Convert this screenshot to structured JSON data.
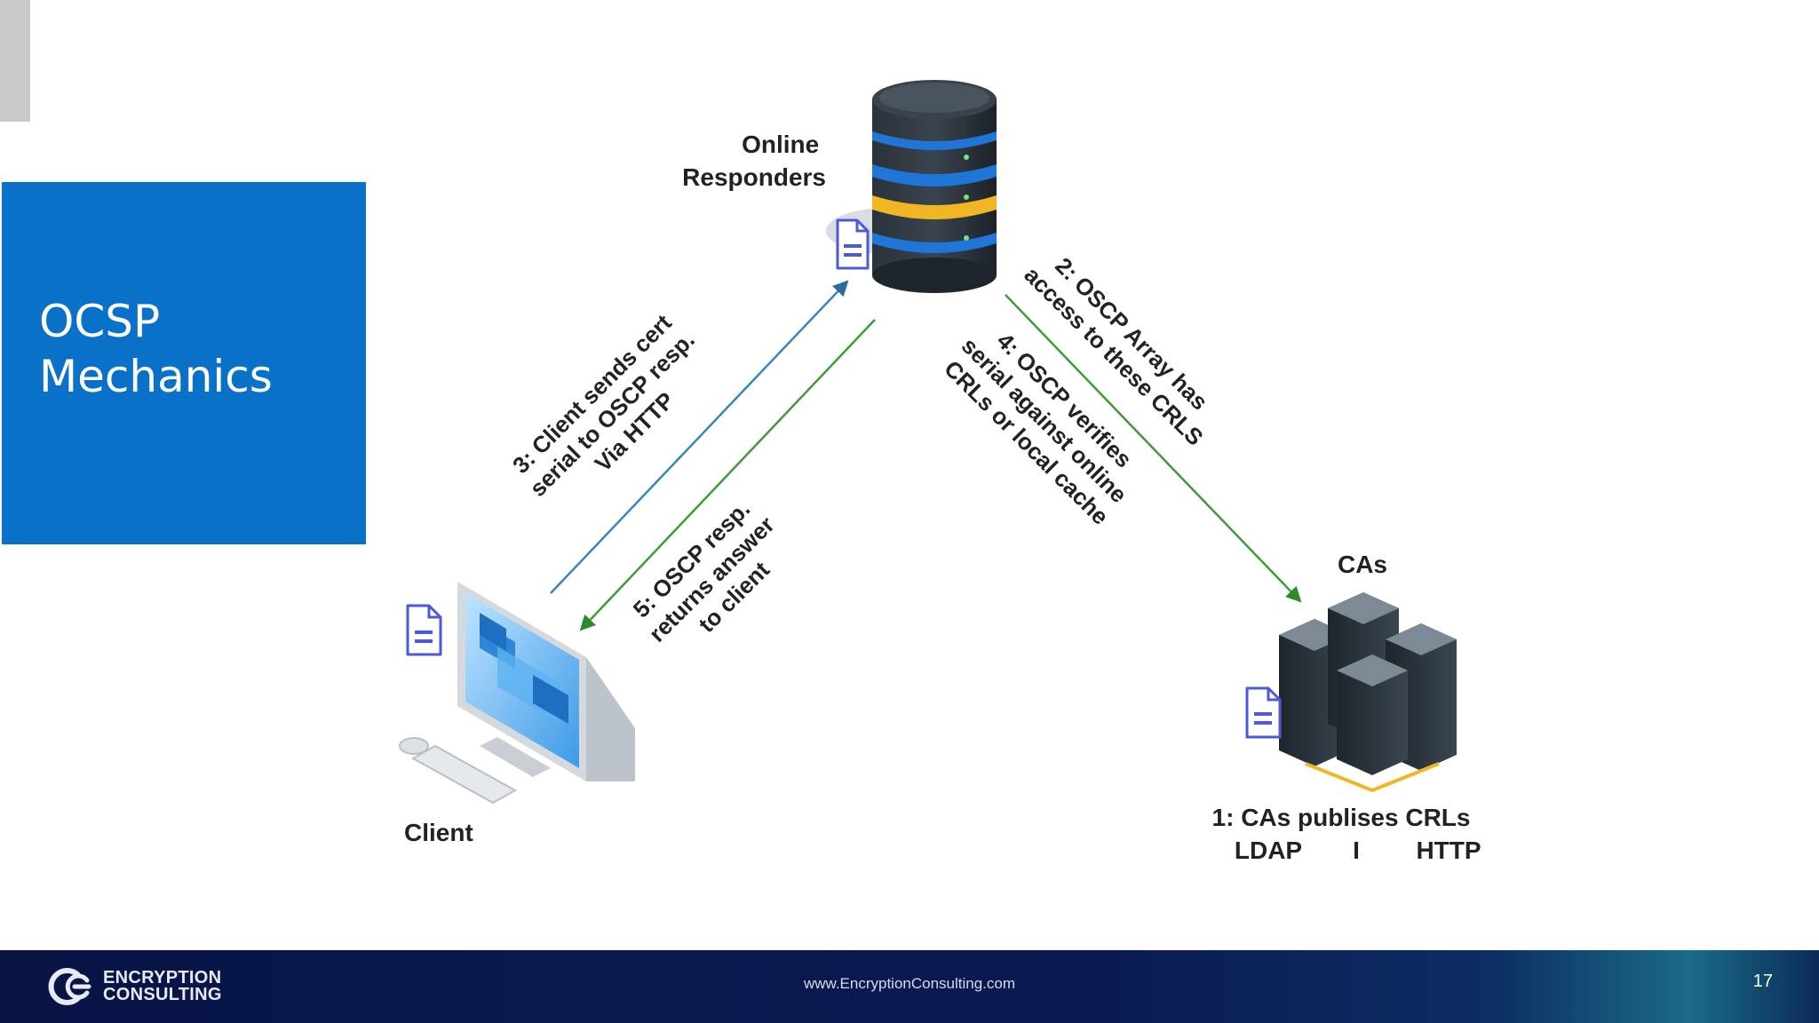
{
  "slide": {
    "title_line1": "OCSP",
    "title_line2": "Mechanics",
    "page_number": "17"
  },
  "diagram": {
    "responders_label_1": "Online",
    "responders_label_2": "Responders",
    "client_label": "Client",
    "cas_label": "CAs",
    "ca_publish_1": "1: CAs publises CRLs",
    "ca_publish_ldap": "LDAP",
    "ca_publish_sep": "I",
    "ca_publish_http": "HTTP",
    "step2_line1": "2: OSCP Array has",
    "step2_line2": "access to these CRLS",
    "step3_line1": "3: Client sends cert",
    "step3_line2": "serial to OSCP resp.",
    "step3_line3": "Via HTTP",
    "step4_line1": "4: OSCP verifies",
    "step4_line2": "serial against online",
    "step4_line3": "CRLs or local cache",
    "step5_line1": "5: OSCP resp.",
    "step5_line2": "returns answer",
    "step5_line3": "to client",
    "colors": {
      "blue_arrow": "#3a86b8",
      "green_arrow": "#3f9a3c"
    }
  },
  "footer": {
    "logo_line1": "ENCRYPTION",
    "logo_line2": "CONSULTING",
    "url": "www.EncryptionConsulting.com"
  }
}
